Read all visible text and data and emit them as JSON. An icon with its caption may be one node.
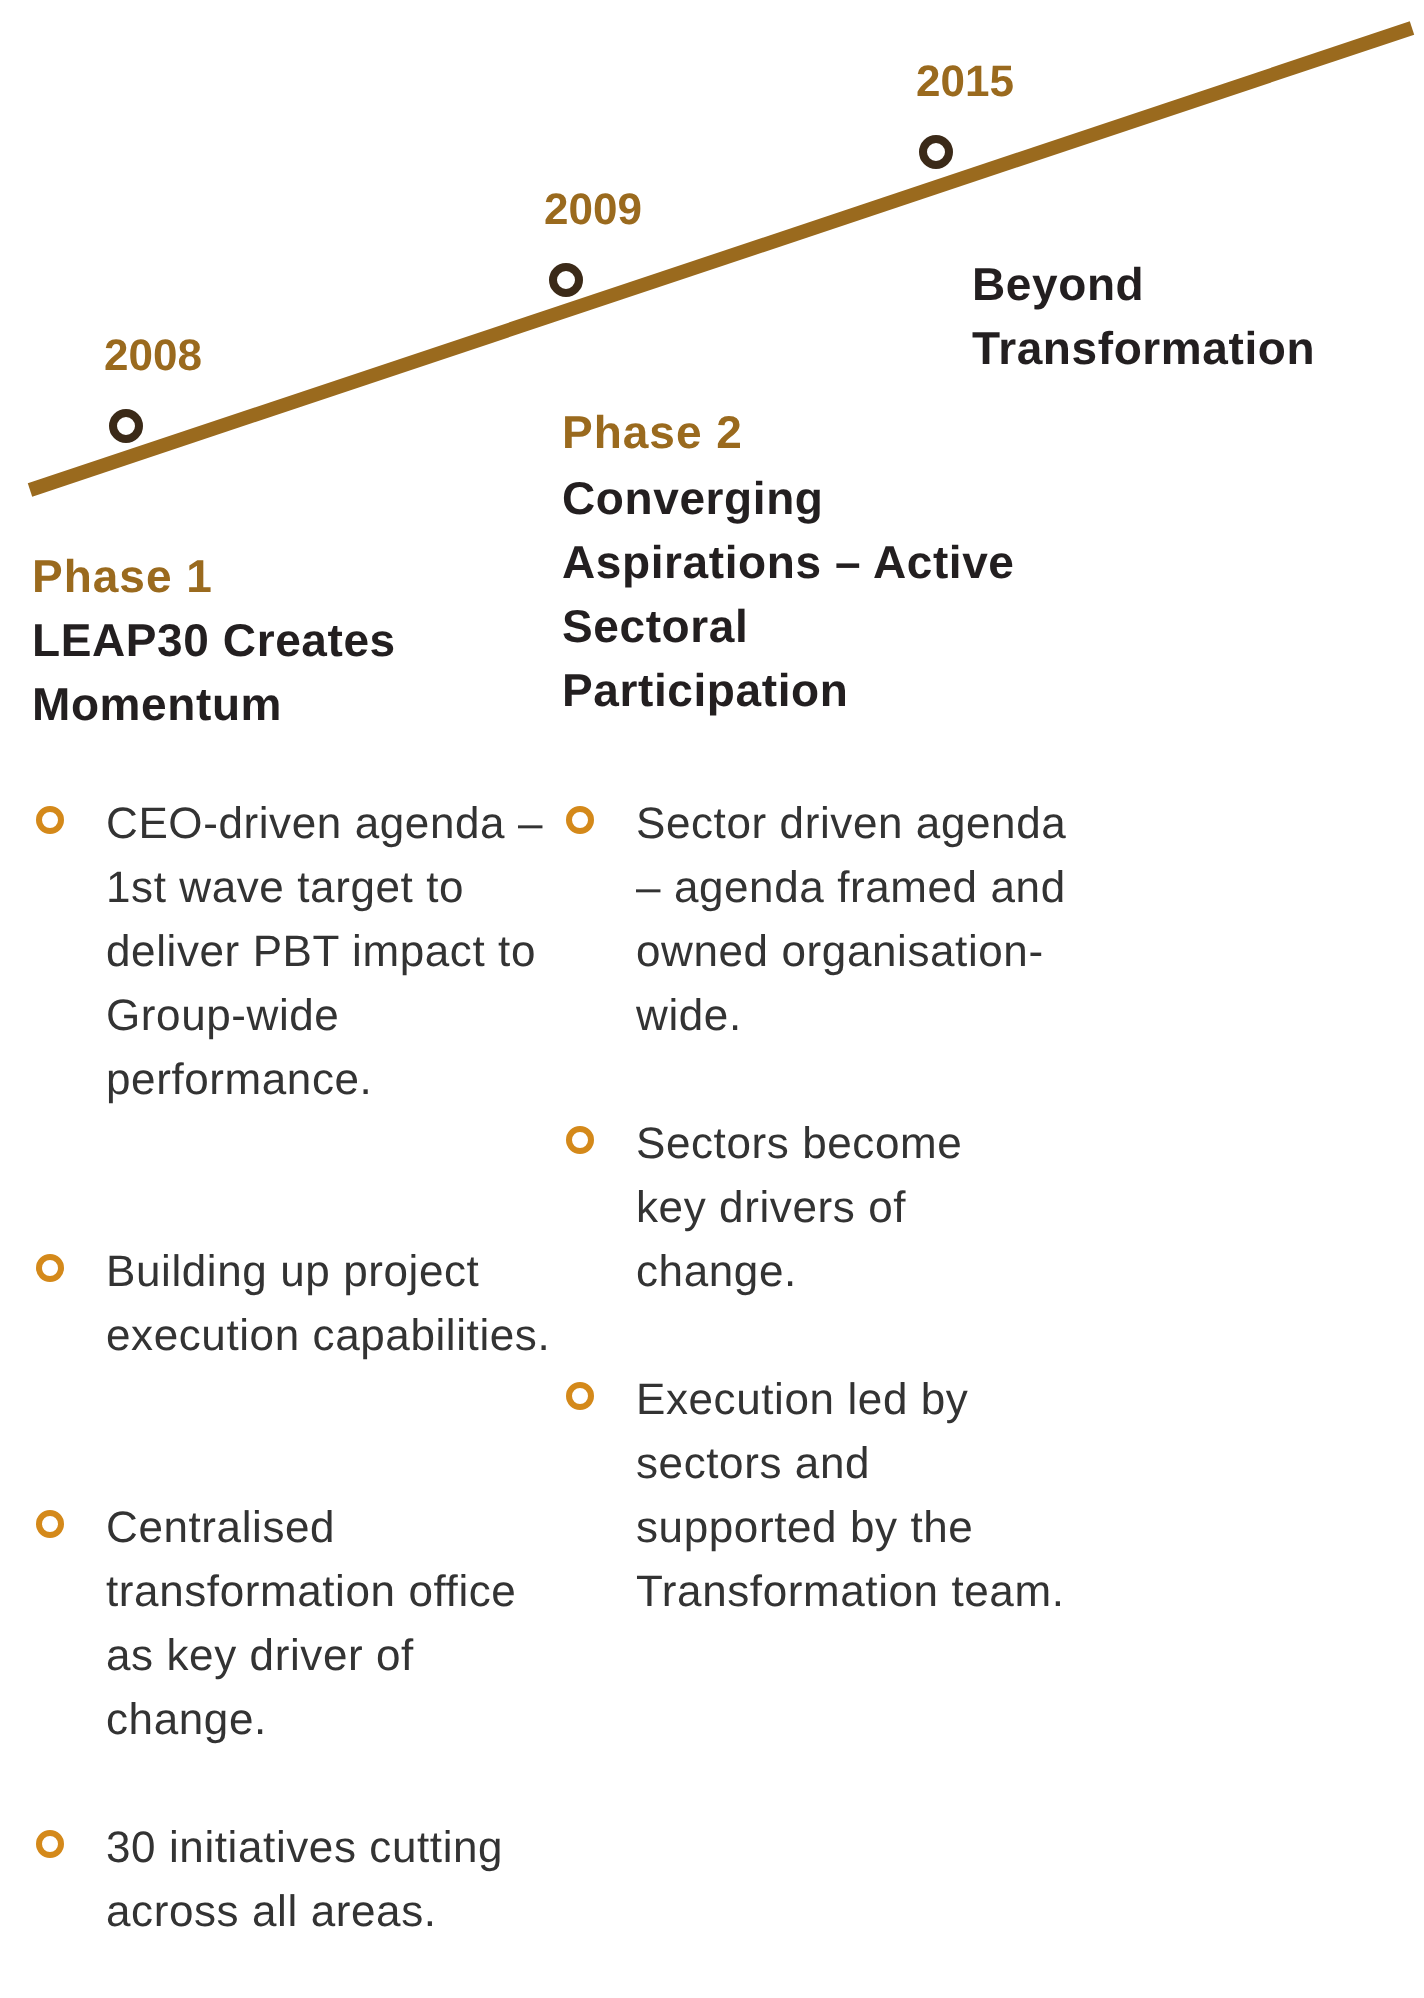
{
  "diagram": {
    "labels": [
      "2008",
      "Phase 1",
      "LEAP30 Creates Momentum",
      "CEO-driven agenda – 1st wave target to deliver PBT impact to Group-wide performance.",
      "Building up project execution capabilities.",
      "Centralised transformation office as key driver of change.",
      "30 initiatives cutting across all areas.",
      "2009",
      "Phase 2",
      "Converging Aspirations – Active Sectoral Participation",
      "Sector driven agenda – agenda framed and owned organisation-wide.",
      "Sectors become key drivers of change.",
      "Execution led by sectors and supported by the Transformation team.",
      "2015",
      "Beyond Transformation"
    ]
  }
}
